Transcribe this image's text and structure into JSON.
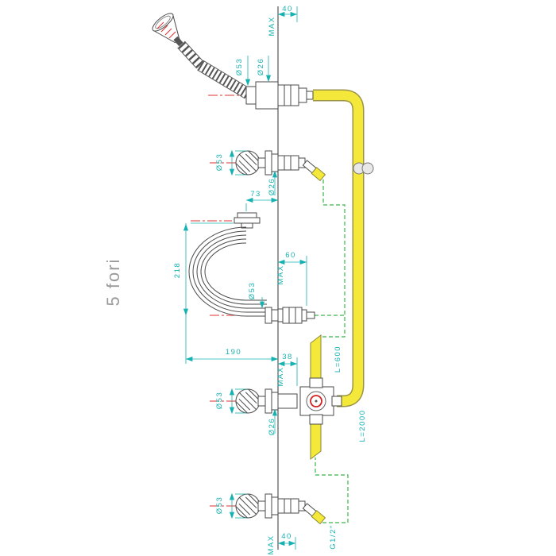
{
  "note": "5 fori",
  "colors": {
    "dimension_teal": "#17b1b1",
    "hose_yellow": "#f4e83a",
    "connection_green": "#3bb54a",
    "centerline_red": "#e03030",
    "drawing_gray": "#4a4a4a",
    "note_gray": "#9b9b9b"
  },
  "dims": {
    "deck_top_value": "40",
    "deck_top_max": "MAX",
    "handshower_d53": "Ø53",
    "handshower_d26": "Ø26",
    "valve_top_d53": "Ø53",
    "valve_top_d26": "Ø26",
    "loop_offset": "73",
    "loop_height": "218",
    "spout_reach": "190",
    "spout_deck_value": "60",
    "spout_deck_max": "MAX",
    "spout_d53": "Ø53",
    "diverter_deck_value": "38",
    "diverter_deck_max": "MAX",
    "diverter_d53": "Ø53",
    "diverter_d26": "Ø26",
    "hose_short_length": "L=600",
    "hose_long_length": "L=2000",
    "valve_bottom_d53": "Ø53",
    "deck_bottom_value": "40",
    "deck_bottom_max": "MAX",
    "thread_size": "G1/2\""
  }
}
